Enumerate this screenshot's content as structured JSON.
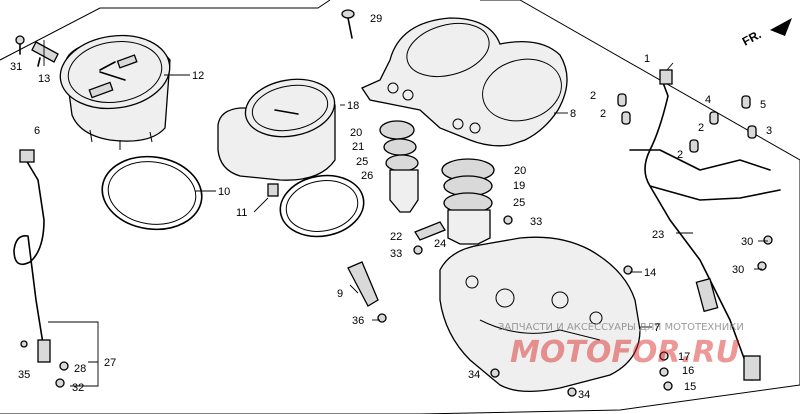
{
  "direction_label": "FR.",
  "watermark": {
    "text": "ЗАПЧАСТИ И АКСЕССУАРЫ ДЛЯ МОТОТЕХНИКИ",
    "logo": "MOTOFOR.RU"
  },
  "callouts": {
    "c1": "1",
    "c2a": "2",
    "c2b": "2",
    "c2c": "2",
    "c2d": "2",
    "c3": "3",
    "c4": "4",
    "c5": "5",
    "c6": "6",
    "c7": "7",
    "c8": "8",
    "c9": "9",
    "c10": "10",
    "c11": "11",
    "c12": "12",
    "c13": "13",
    "c14": "14",
    "c15": "15",
    "c16": "16",
    "c17": "17",
    "c18": "18",
    "c19": "19",
    "c20a": "20",
    "c20b": "20",
    "c21": "21",
    "c22": "22",
    "c23": "23",
    "c24": "24",
    "c25a": "25",
    "c25b": "25",
    "c26": "26",
    "c27": "27",
    "c28": "28",
    "c29": "29",
    "c30a": "30",
    "c30b": "30",
    "c31": "31",
    "c32": "32",
    "c33a": "33",
    "c33b": "33",
    "c34a": "34",
    "c34b": "34",
    "c35": "35",
    "c36": "36"
  }
}
